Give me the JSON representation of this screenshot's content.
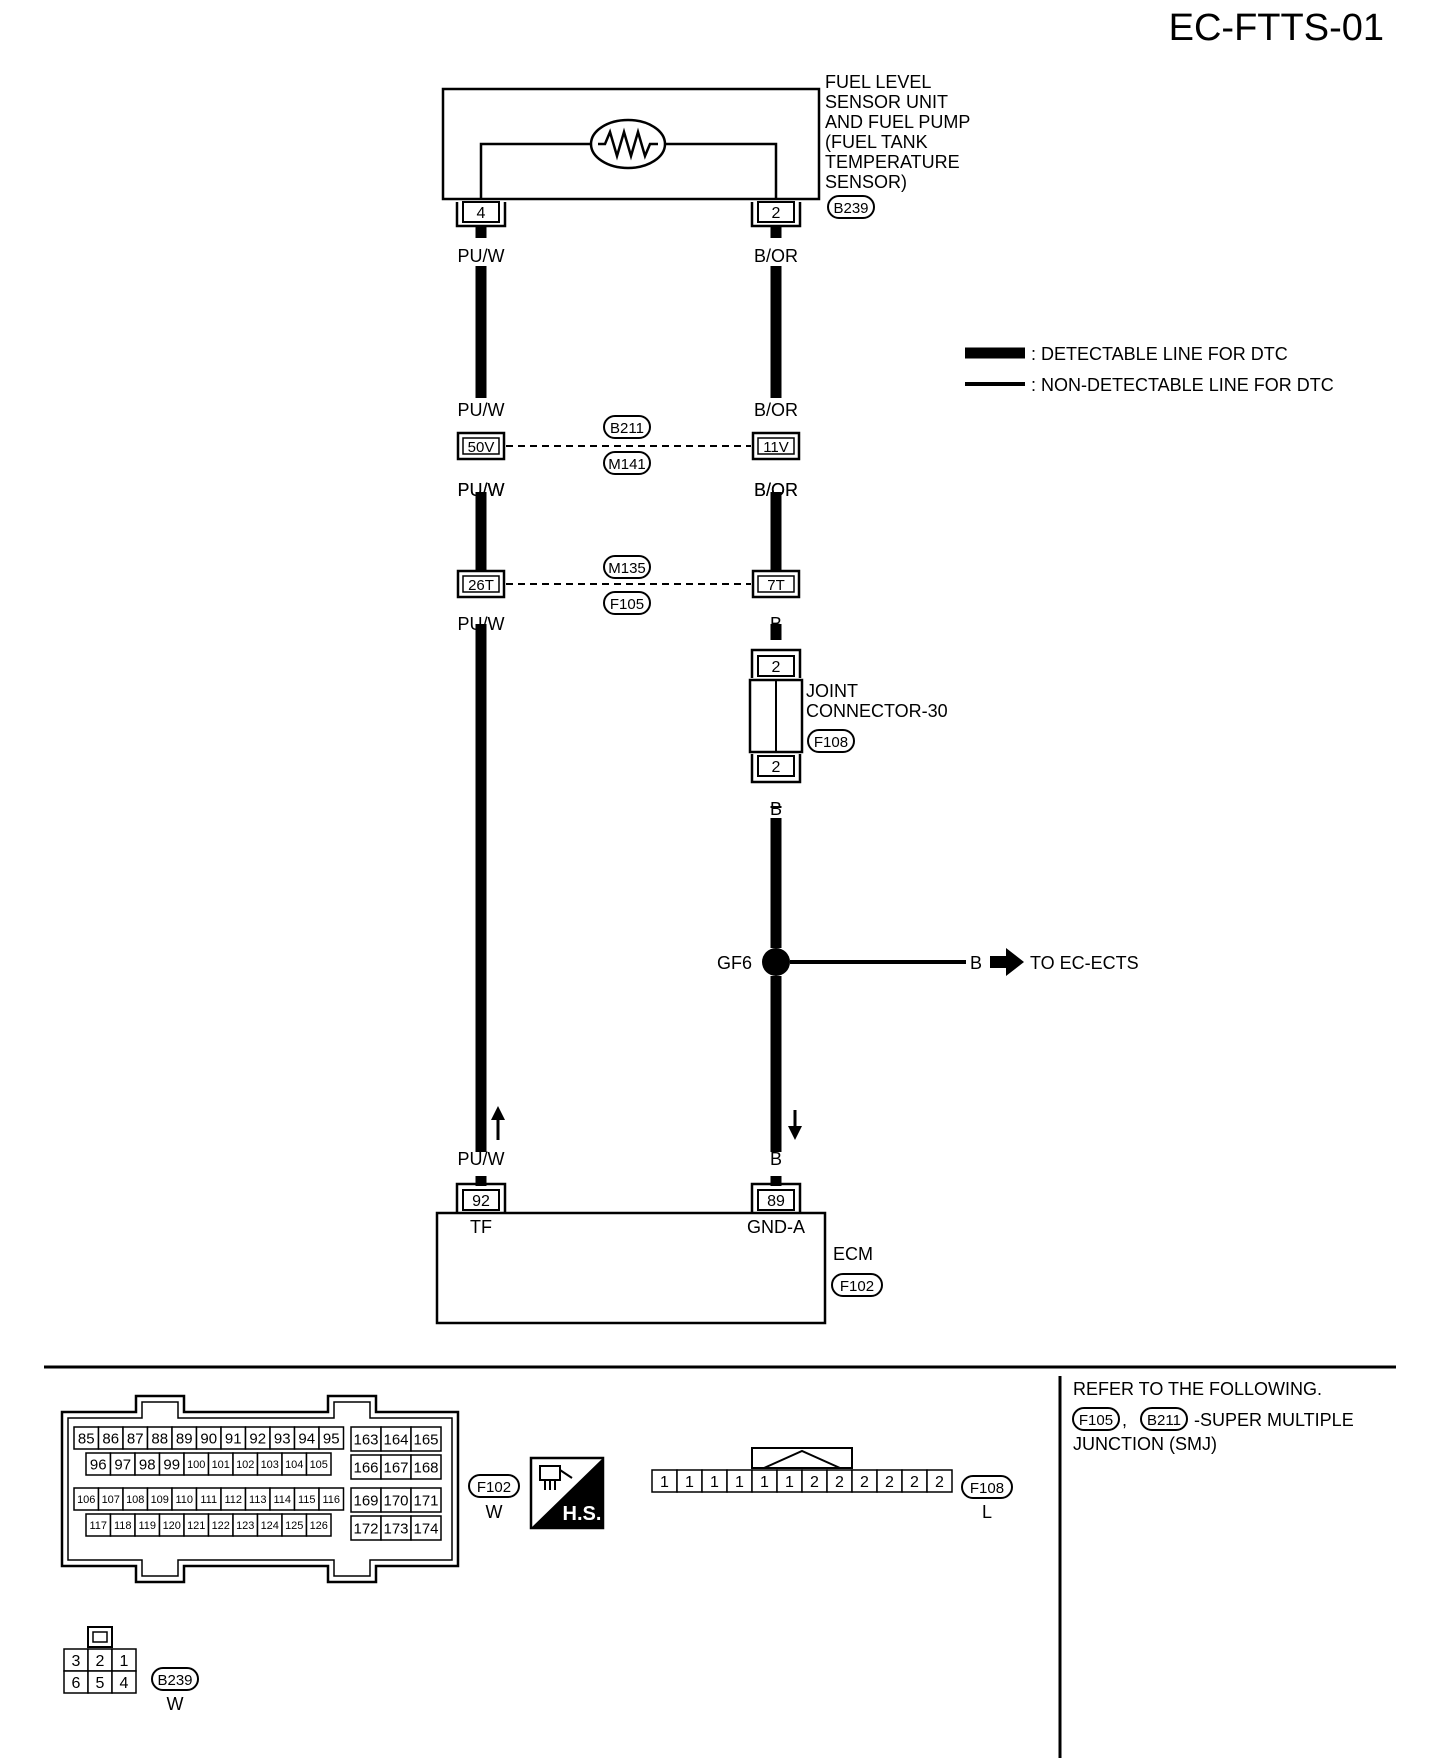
{
  "page_id": "EC-FTTS-01",
  "sensor": {
    "label_lines": [
      "FUEL LEVEL",
      "SENSOR UNIT",
      "AND FUEL PUMP",
      "(FUEL TANK",
      " TEMPERATURE",
      " SENSOR)"
    ],
    "connector": "B239",
    "pin_left": "4",
    "pin_right": "2"
  },
  "wires": {
    "left_color": "PU/W",
    "right_color_upper": "B/OR",
    "right_color_lower": "B"
  },
  "legend": {
    "detectable": ": DETECTABLE LINE FOR DTC",
    "non_detectable": ": NON-DETECTABLE LINE FOR DTC"
  },
  "junction1": {
    "tag_top": "B211",
    "tag_bottom": "M141",
    "pin_left": "50V",
    "pin_right": "11V"
  },
  "junction2": {
    "tag_top": "M135",
    "tag_bottom": "F105",
    "pin_left": "26T",
    "pin_right": "7T"
  },
  "joint": {
    "label_lines": [
      "JOINT",
      "CONNECTOR-30"
    ],
    "tag": "F108",
    "pin_top": "2",
    "pin_bottom": "2"
  },
  "ground": {
    "label": "GF6",
    "wire": "B",
    "destination": "TO EC-ECTS"
  },
  "ecm": {
    "label": "ECM",
    "tag": "F102",
    "pin_left": "92",
    "pin_left_name": "TF",
    "pin_right": "89",
    "pin_right_name": "GND-A"
  },
  "connectors": {
    "f102": {
      "tag": "F102",
      "color": "W",
      "row1": [
        "85",
        "86",
        "87",
        "88",
        "89",
        "90",
        "91",
        "92",
        "93",
        "94",
        "95"
      ],
      "row2": [
        "96",
        "97",
        "98",
        "99",
        "100",
        "101",
        "102",
        "103",
        "104",
        "105"
      ],
      "row3": [
        "106",
        "107",
        "108",
        "109",
        "110",
        "111",
        "112",
        "113",
        "114",
        "115",
        "116"
      ],
      "row4": [
        "117",
        "118",
        "119",
        "120",
        "121",
        "122",
        "123",
        "124",
        "125",
        "126"
      ],
      "block": [
        [
          "163",
          "164",
          "165"
        ],
        [
          "166",
          "167",
          "168"
        ],
        [
          "169",
          "170",
          "171"
        ],
        [
          "172",
          "173",
          "174"
        ]
      ]
    },
    "hs_label": "H.S.",
    "f108": {
      "tag": "F108",
      "color": "L",
      "pins": [
        "1",
        "1",
        "1",
        "1",
        "1",
        "1",
        "2",
        "2",
        "2",
        "2",
        "2",
        "2"
      ]
    },
    "b239": {
      "tag": "B239",
      "color": "W",
      "top": [
        "3",
        "2",
        "1"
      ],
      "bottom": [
        "6",
        "5",
        "4"
      ]
    }
  },
  "refer": {
    "line1": "REFER TO THE FOLLOWING.",
    "tag1": "F105",
    "sep": ",",
    "tag2": "B211",
    "line2_text": "-SUPER MULTIPLE",
    "line3": "JUNCTION (SMJ)"
  }
}
